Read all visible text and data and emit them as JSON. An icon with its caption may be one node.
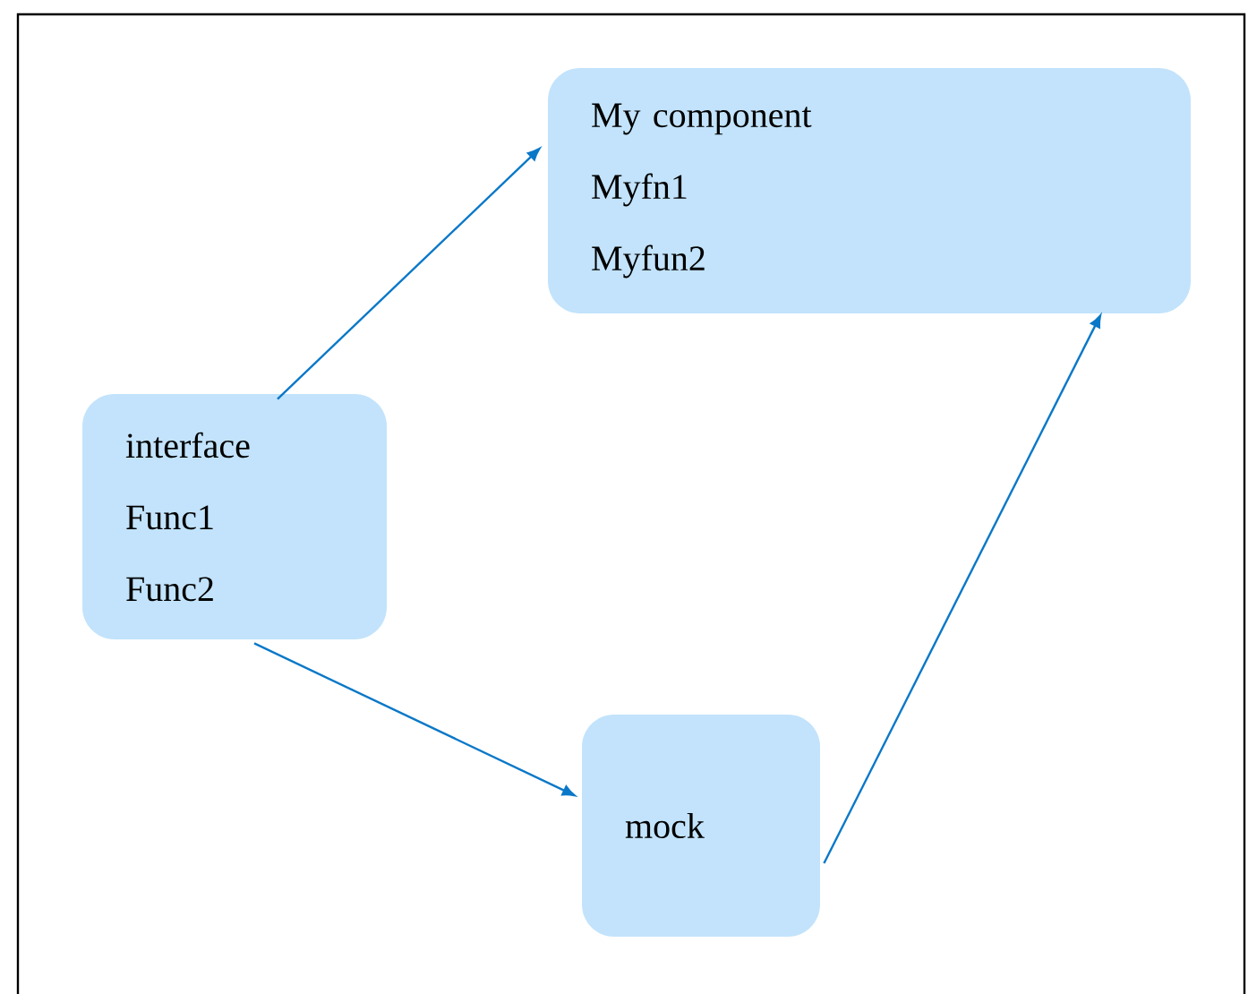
{
  "diagram": {
    "nodes": [
      {
        "text": [
          "My component",
          "Myfn1",
          "Myfun2"
        ]
      },
      {
        "text": [
          "interface",
          "Func1",
          "Func2"
        ]
      },
      {
        "text": [
          "mock"
        ]
      }
    ],
    "edges": [
      {
        "from": 1,
        "to": 0,
        "arrow": "to"
      },
      {
        "from": 1,
        "to": 2,
        "arrow": "to"
      },
      {
        "from": 2,
        "to": 0,
        "arrow": "to"
      }
    ]
  }
}
